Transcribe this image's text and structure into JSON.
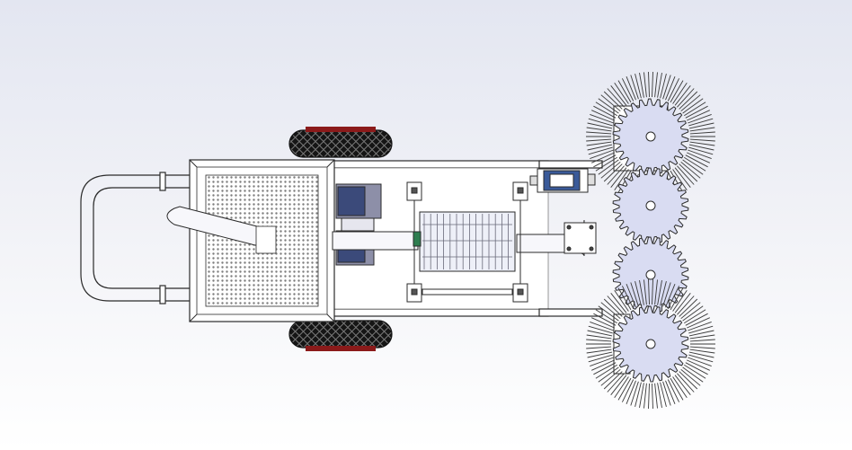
{
  "viewport": {
    "background_top": "#e3e6f1",
    "background_bottom": "#ffffff"
  },
  "colors": {
    "outline": "#2b2b2b",
    "frame_fill": "#ffffff",
    "mesh": "#8a8a8a",
    "tire_tread": "#1a1a1a",
    "tire_rim": "#8b1a1a",
    "gear_fill": "#d9dcf2",
    "motor_blue": "#3a5a99",
    "pipe_fill": "#f7f7fb",
    "drum_fill": "#eef0f8"
  },
  "components": [
    {
      "name": "handle",
      "icon": "tube-handle-icon"
    },
    {
      "name": "hopper-with-mesh-screen",
      "icon": "mesh-screen-icon"
    },
    {
      "name": "upper-wheel",
      "icon": "wheel-icon"
    },
    {
      "name": "lower-wheel",
      "icon": "wheel-icon"
    },
    {
      "name": "blower-motor",
      "icon": "fan-motor-icon"
    },
    {
      "name": "crushing-drum",
      "icon": "drum-icon"
    },
    {
      "name": "conveying-pipe",
      "icon": "pipe-icon"
    },
    {
      "name": "drive-motor",
      "icon": "motor-icon"
    },
    {
      "name": "brush-gear-1",
      "icon": "brush-gear-icon"
    },
    {
      "name": "gear-2",
      "icon": "gear-icon"
    },
    {
      "name": "gear-3",
      "icon": "gear-icon"
    },
    {
      "name": "brush-gear-4",
      "icon": "brush-gear-icon"
    }
  ],
  "gears": [
    {
      "teeth": 26,
      "brush": true
    },
    {
      "teeth": 26,
      "brush": false
    },
    {
      "teeth": 26,
      "brush": false
    },
    {
      "teeth": 26,
      "brush": true
    }
  ]
}
